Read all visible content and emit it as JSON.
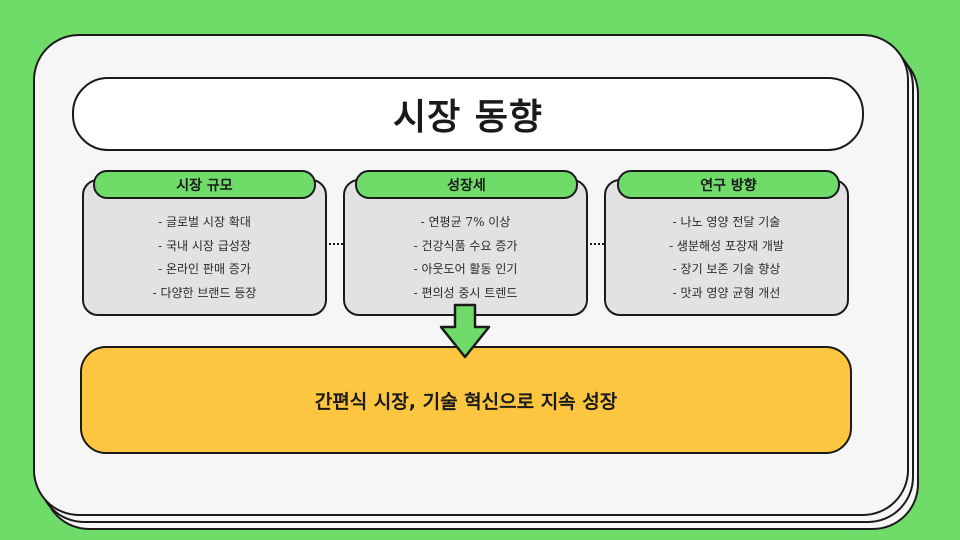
{
  "title": "시장 동향",
  "columns": [
    {
      "heading": "시장 규모",
      "items": [
        "- 글로벌 시장 확대",
        "- 국내 시장 급성장",
        "- 온라인 판매 증가",
        "- 다양한 브랜드 등장"
      ]
    },
    {
      "heading": "성장세",
      "items": [
        "- 연평균 7% 이상",
        "- 건강식품 수요 증가",
        "- 아웃도어 활동 인기",
        "- 편의성 중시 트렌드"
      ]
    },
    {
      "heading": "연구 방향",
      "items": [
        "- 나노 영양 전달 기술",
        "- 생분해성 포장재 개발",
        "- 장기 보존 기술 향상",
        "- 맛과 영양 균형 개선"
      ]
    }
  ],
  "conclusion": "간편식 시장, 기술 혁신으로 지속 성장",
  "colors": {
    "background": "#6fdc6a",
    "heading_pill": "#6fdc6a",
    "card": "#e2e2e2",
    "conclusion": "#fcc640",
    "arrow": "#6fdc6a",
    "outline": "#1a1a1a"
  },
  "icons": {
    "connector": "down-arrow-icon"
  }
}
